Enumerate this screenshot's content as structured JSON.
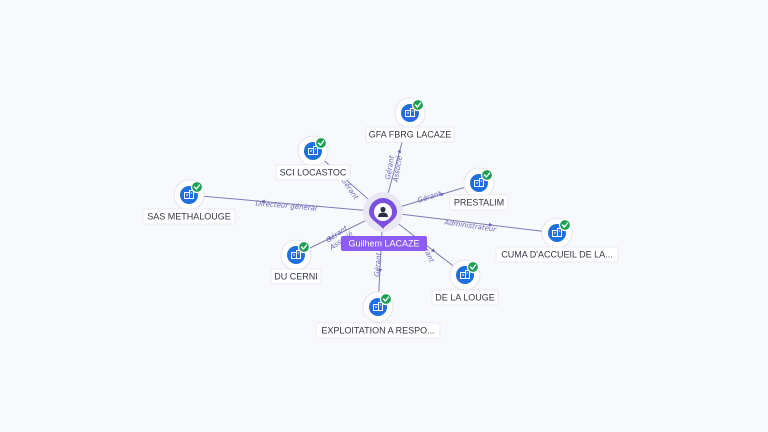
{
  "center": {
    "name": "Guilhem LACAZE",
    "icon": "person-icon"
  },
  "nodes": [
    {
      "id": "gfa",
      "label": "GFA FBRG LACAZE",
      "relation": "Gérant\nAssocié",
      "icon": "building-icon",
      "status": "verified"
    },
    {
      "id": "sci",
      "label": "SCI LOCASTOC",
      "relation": "Gérant",
      "icon": "building-icon",
      "status": "verified"
    },
    {
      "id": "prestalim",
      "label": "PRESTALIM",
      "relation": "Gérant",
      "icon": "building-icon",
      "status": "verified"
    },
    {
      "id": "sas",
      "label": "SAS METHALOUGE",
      "relation": "Directeur général",
      "icon": "building-icon",
      "status": "verified"
    },
    {
      "id": "cuma",
      "label": "CUMA D'ACCUEIL DE LA...",
      "relation": "Administrateur",
      "icon": "building-icon",
      "status": "verified"
    },
    {
      "id": "ducerni",
      "label": "DU CERNI",
      "relation": "Gérant\nAssocié",
      "icon": "building-icon",
      "status": "verified"
    },
    {
      "id": "delalouge",
      "label": "DE LA LOUGE",
      "relation": "Gérant",
      "icon": "building-icon",
      "status": "verified"
    },
    {
      "id": "exploit",
      "label": "EXPLOITATION A RESPO...",
      "relation": "Gérant",
      "icon": "building-icon",
      "status": "verified"
    }
  ],
  "colors": {
    "background": "#f8f9fc",
    "edge": "#7d7cb6",
    "node": "#1f6fe0",
    "verified": "#1e9e55",
    "center": "#8b5cf6"
  }
}
